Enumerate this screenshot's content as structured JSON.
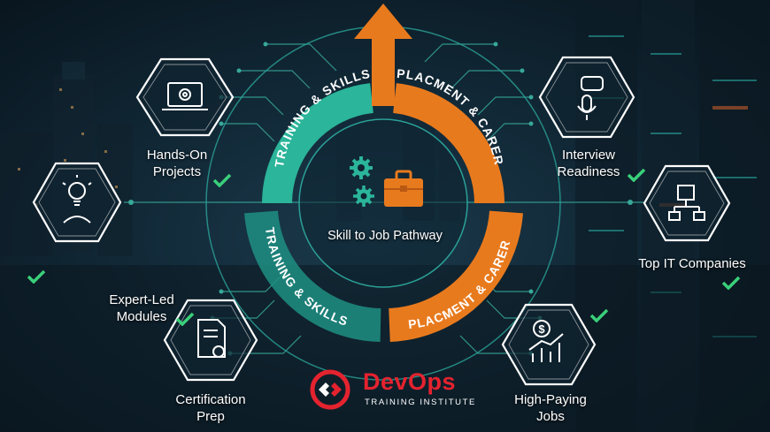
{
  "ring": {
    "top_left_text": "TRAINING & SKILLS",
    "top_right_text": "PLACMENT & CARER",
    "bottom_left_text": "TRAINING & SKILLS",
    "bottom_right_text": "PLACMENT & CARER",
    "center_label": "Skill to Job Pathway"
  },
  "left_items": [
    {
      "line1": "Hands-On",
      "line2": "Projects",
      "icon": "laptop-gear-icon"
    },
    {
      "line1": "Expert-Led",
      "line2": "Modules",
      "icon": "lightbulb-person-icon"
    },
    {
      "line1": "Certification",
      "line2": "Prep",
      "icon": "certificate-icon"
    }
  ],
  "right_items": [
    {
      "line1": "Interview",
      "line2": "Readiness",
      "icon": "microphone-chat-icon"
    },
    {
      "line1": "Top IT Companies",
      "line2": "",
      "icon": "building-network-icon"
    },
    {
      "line1": "High-Paying",
      "line2": "Jobs",
      "icon": "dollar-chart-icon"
    }
  ],
  "logo": {
    "name": "DevOps",
    "tagline": "TRAINING INSTITUTE"
  },
  "colors": {
    "teal": "#2bb59a",
    "teal_dark": "#1f8f82",
    "orange": "#e87a1e",
    "line": "#37a89a",
    "check": "#3ad07a",
    "logo_red": "#e4232f"
  }
}
